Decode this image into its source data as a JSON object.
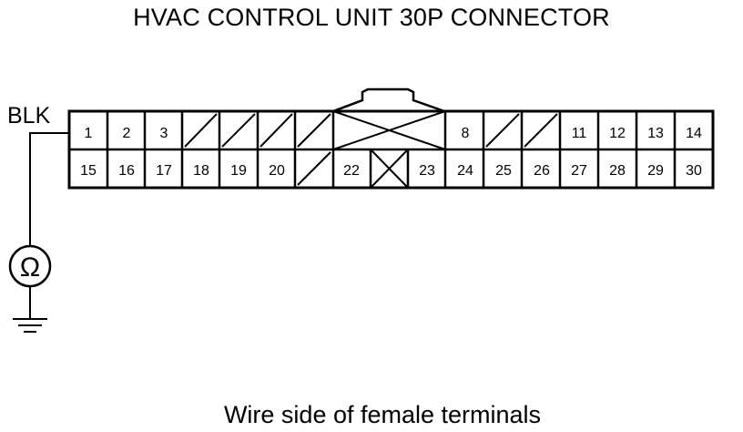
{
  "title": "HVAC CONTROL UNIT 30P CONNECTOR",
  "caption": "Wire side of female terminals",
  "wire_color": "BLK",
  "meter_symbol": "Ω",
  "meter_icon": "ohmmeter-icon",
  "ground_icon": "ground-icon",
  "connector": {
    "top_row": [
      "1",
      "2",
      "3",
      "",
      "",
      "",
      "",
      "",
      "8",
      "",
      "",
      "11",
      "12",
      "13",
      "14"
    ],
    "bottom_row": [
      "15",
      "16",
      "17",
      "18",
      "19",
      "20",
      "",
      "22",
      "",
      "23",
      "24",
      "25",
      "26",
      "27",
      "28",
      "29",
      "30"
    ],
    "top_row_empty_cells": [
      "slash",
      "slash",
      "slash",
      "slash",
      "cross-wide",
      "slash",
      "slash"
    ],
    "bottom_row_empty_cells": [
      "slash",
      "cross"
    ],
    "probed_terminal": "1"
  }
}
